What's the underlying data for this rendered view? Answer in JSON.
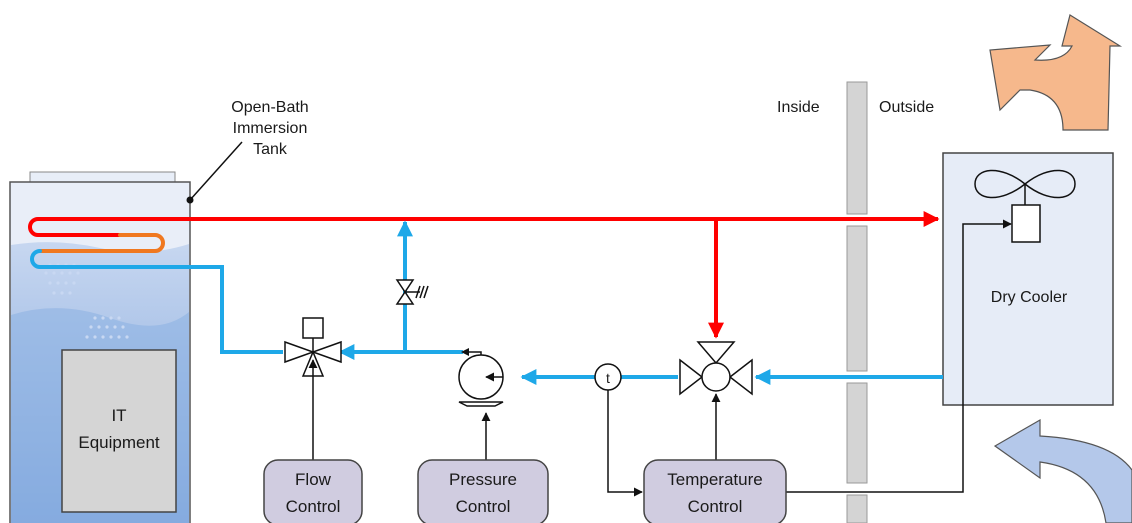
{
  "labels": {
    "tank_line1": "Open-Bath",
    "tank_line2": "Immersion",
    "tank_line3": "Tank",
    "inside": "Inside",
    "outside": "Outside",
    "dry_cooler": "Dry Cooler",
    "it_line1": "IT",
    "it_line2": "Equipment",
    "flow_line1": "Flow",
    "flow_line2": "Control",
    "pressure_line1": "Pressure",
    "pressure_line2": "Control",
    "temperature_line1": "Temperature",
    "temperature_line2": "Control",
    "sensor": "t"
  },
  "colors": {
    "hot_line": "#ff0000",
    "cold_line": "#1ea8e8",
    "warm_coil": "#f07820",
    "control_line": "#111111",
    "tank_fill": "#c9d8ee",
    "liquid_fill": "#8aaee0",
    "box_fill": "#d0cce0",
    "cooler_fill": "#e6ecf7",
    "exhaust_arrow": "#f6b88c",
    "intake_arrow": "#b4c8ea",
    "wall": "#d4d4d4"
  },
  "icons": [
    "fan-icon",
    "valve-icon",
    "pump-icon",
    "check-valve-icon",
    "three-way-valve-icon",
    "actuator-icon"
  ]
}
